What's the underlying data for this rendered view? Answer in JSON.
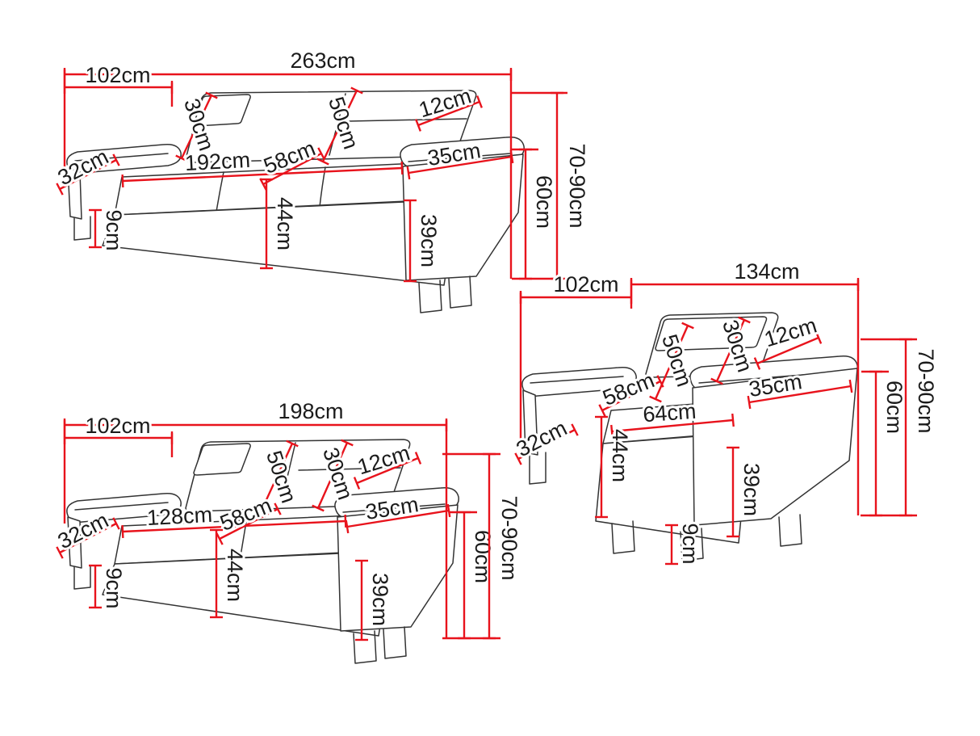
{
  "diagram": {
    "description": "Dimensions diagram of a three-piece upholstered furniture set: 3-seater sofa, 2-seater sofa and armchair",
    "unit": "cm",
    "colors": {
      "dimension_line": "#e8131c",
      "outline": "#333333",
      "label_text": "#1b1b1b",
      "background": "#ffffff"
    },
    "pieces": [
      {
        "id": "three-seater-sofa",
        "labels": {
          "overall_width": "263cm",
          "depth": "102cm",
          "headrest_width": "30cm",
          "backrest_height": "50cm",
          "backrest_top_thickness": "12cm",
          "seat_width": "192cm",
          "seat_depth": "58cm",
          "armrest_length": "35cm",
          "armrest_width": "32cm",
          "seat_height": "44cm",
          "armrest_height": "39cm",
          "leg_height": "9cm",
          "armrest_floor_height": "60cm",
          "total_height": "70-90cm"
        }
      },
      {
        "id": "two-seater-sofa",
        "labels": {
          "overall_width": "198cm",
          "depth": "102cm",
          "headrest_width": "30cm",
          "backrest_height": "50cm",
          "backrest_top_thickness": "12cm",
          "seat_width": "128cm",
          "seat_depth": "58cm",
          "armrest_length": "35cm",
          "armrest_width": "32cm",
          "seat_height": "44cm",
          "armrest_height": "39cm",
          "leg_height": "9cm",
          "armrest_floor_height": "60cm",
          "total_height": "70-90cm"
        }
      },
      {
        "id": "armchair",
        "labels": {
          "overall_width": "134cm",
          "depth": "102cm",
          "headrest_width": "30cm",
          "backrest_height": "50cm",
          "backrest_top_thickness": "12cm",
          "seat_width": "64cm",
          "seat_depth": "58cm",
          "armrest_length": "35cm",
          "armrest_width": "32cm",
          "seat_height": "44cm",
          "armrest_height": "39cm",
          "leg_height": "9cm",
          "armrest_floor_height": "60cm",
          "total_height": "70-90cm"
        }
      }
    ]
  }
}
